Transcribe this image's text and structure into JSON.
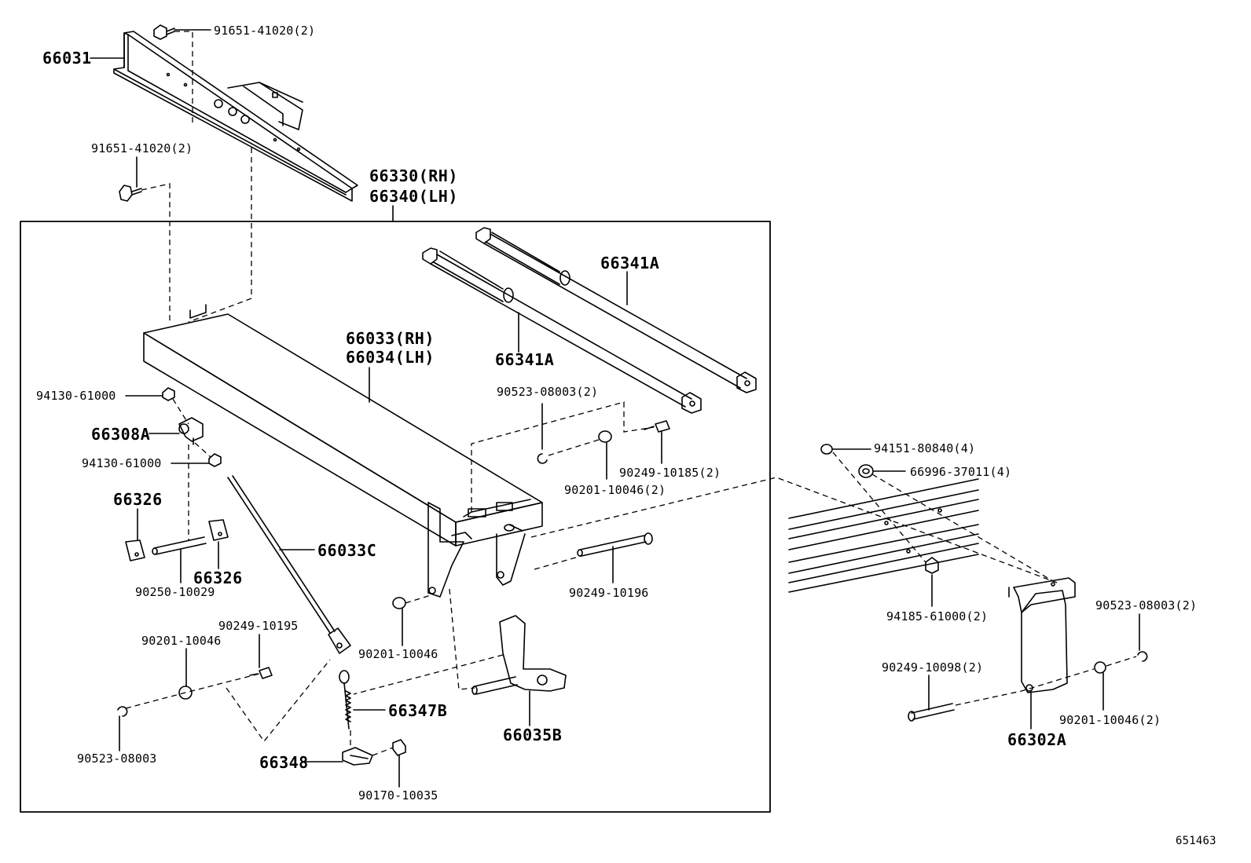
{
  "labels": {
    "p66031": "66031",
    "p91651_top": "91651-41020(2)",
    "p91651_left": "91651-41020(2)",
    "p66330": "66330(RH)",
    "p66340": "66340(LH)",
    "p66341A_top": "66341A",
    "p66341A_mid": "66341A",
    "p66033": "66033(RH)",
    "p66034": "66034(LH)",
    "p94130_a": "94130-61000",
    "p66308A": "66308A",
    "p94130_b": "94130-61000",
    "p90523_mid": "90523-08003(2)",
    "p90249_10185": "90249-10185(2)",
    "p90201_mid": "90201-10046(2)",
    "p94151": "94151-80840(4)",
    "p66996": "66996-37011(4)",
    "p66326_a": "66326",
    "p66326_b": "66326",
    "p66033C": "66033C",
    "p90250": "90250-10029",
    "p90249_10196": "90249-10196",
    "p94185": "94185-61000(2)",
    "p90523_right": "90523-08003(2)",
    "p90249_10195": "90249-10195",
    "p90201_left": "90201-10046",
    "p90201_center": "90201-10046",
    "p90249_10098": "90249-10098(2)",
    "p66347B": "66347B",
    "p66035B": "66035B",
    "p90201_right": "90201-10046(2)",
    "p66302A": "66302A",
    "p90523_left": "90523-08003",
    "p66348": "66348",
    "p90170": "90170-10035",
    "ref_number": "651463"
  }
}
